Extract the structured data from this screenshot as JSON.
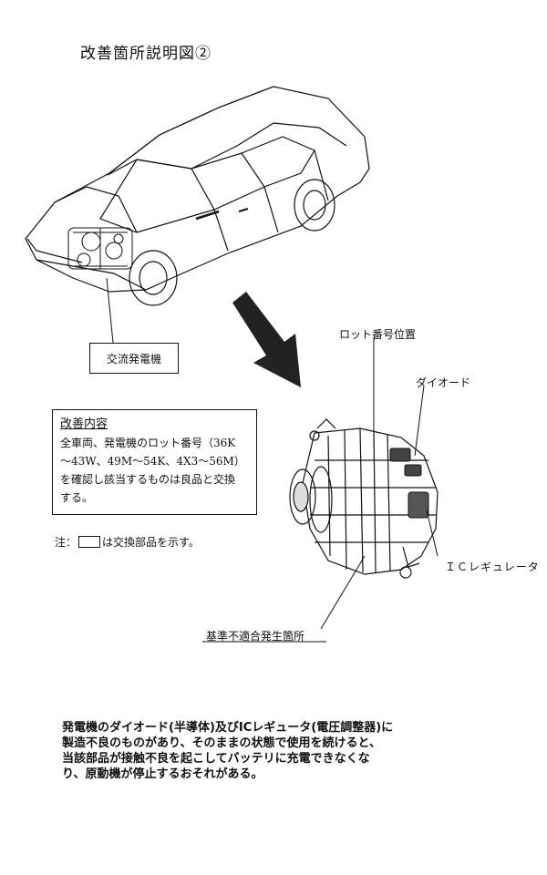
{
  "title": "改善箇所説明図②",
  "labels": {
    "alternator": "交流発電機",
    "lot_number_position": "ロット番号位置",
    "diode": "ダイオード",
    "ic_regulator": "ＩＣレギュレータ",
    "defect_location": "基準不適合発生箇所"
  },
  "improvement": {
    "heading": "改善内容",
    "body": "全車両、発電機のロット番号（36K\n～43W、49M～54K、4X3～56M）\nを確認し該当するものは良品と交換\nする。"
  },
  "note": {
    "prefix": "注：",
    "suffix": "は交換部品を示す。"
  },
  "summary": "発電機のダイオード(半導体)及びICレギュータ(電圧調整器)に\n製造不良のものがあり、そのままの状態で使用を続けると、\n当該部品が接触不良を起こしてバッテリに充電できなくな\nり、原動機が停止するおそれがある。",
  "icons": [
    "car-icon",
    "alternator-icon",
    "arrow-icon"
  ],
  "colors": {
    "ink": "#111111",
    "background": "#ffffff"
  }
}
